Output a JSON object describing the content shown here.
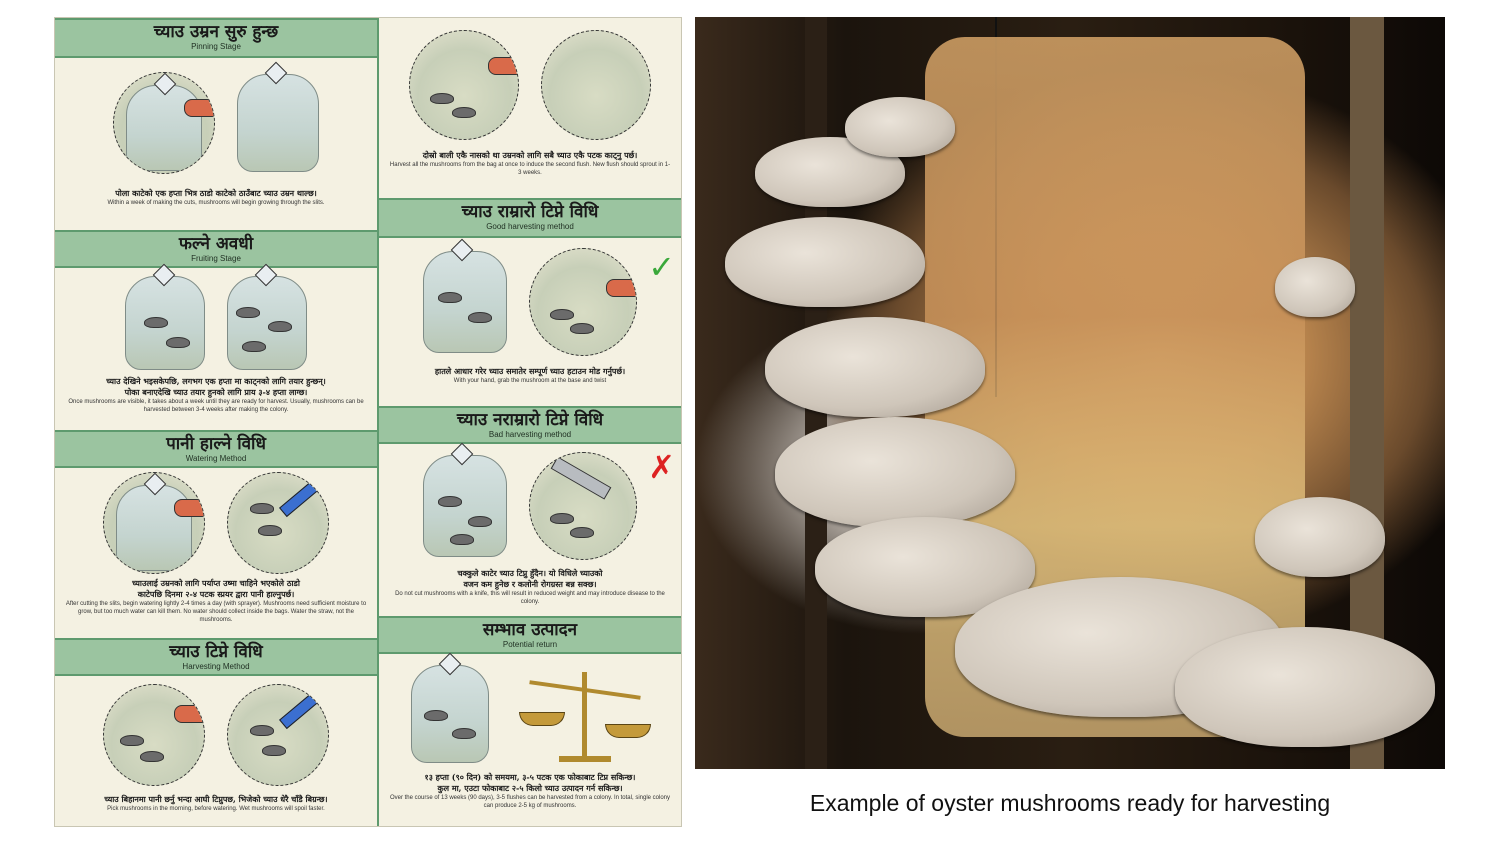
{
  "poster": {
    "left_column": [
      {
        "title_np": "च्याउ उम्रन सुरु हुन्छ",
        "title_en": "Pinning Stage",
        "caption_np": [
          "पोला काटेको एक हप्ता भित्र ठाडो काटेको ठाउँबाट च्याउ उम्रन थाल्छ।"
        ],
        "caption_en": "Within a week of making the cuts, mushrooms will begin growing through the slits."
      },
      {
        "title_np": "फल्ने अवधी",
        "title_en": "Fruiting Stage",
        "caption_np": [
          "च्याउ देखिने भइसकेपछि, लगभग एक हप्ता मा काट्नको लागि तयार हुन्छन्।",
          "पोका बनाएदेखि च्याउ तयार हुनको लागि प्राय ३-४ हप्ता लाग्छ।"
        ],
        "caption_en": "Once mushrooms are visible, it takes about a week until they are ready for harvest. Usually, mushrooms can be harvested between 3-4 weeks after making the colony."
      },
      {
        "title_np": "पानी हाल्ने विधि",
        "title_en": "Watering Method",
        "caption_np": [
          "च्याउलाई उम्रनको लागि पर्याप्त उष्मा चाहिने भएकोले ठाडो",
          "काटेपछि दिनमा २-४ पटक स्प्रयर द्वारा पानी हाल्नुपर्छ।"
        ],
        "caption_en": "After cutting the slits, begin watering lightly 2-4 times a day (with sprayer). Mushrooms need sufficient moisture to grow, but too much water can kill them. No water should collect inside the bags. Water the straw, not the mushrooms."
      },
      {
        "title_np": "च्याउ टिप्ने विधि",
        "title_en": "Harvesting Method",
        "caption_np": [
          "च्याउ बिहानमा पानी छर्नु भन्दा आघी टिप्नुपछ, भिजेको च्याउ धेरै चाँडै बिग्रन्छ।"
        ],
        "caption_en": "Pick mushrooms in the morning, before watering. Wet mushrooms will spoil faster."
      }
    ],
    "right_column": [
      {
        "title_np": "",
        "title_en": "",
        "caption_np": [
          "दोस्रो बाली एकै नासको था उम्रनको लागि सबै च्याउ एकै पटक काट्नु पर्छ।"
        ],
        "caption_en": "Harvest all the mushrooms from the bag at once to induce the second flush. New flush should sprout in 1-3 weeks."
      },
      {
        "title_np": "च्याउ राम्रारो टिप्ने विधि",
        "title_en": "Good harvesting method",
        "caption_np": [
          "हातले आधार गरेर च्याउ समातेर सम्पूर्ण च्याउ हटाउन मोड गर्नुपर्छ।"
        ],
        "caption_en": "With your hand, grab the mushroom at the base and twist"
      },
      {
        "title_np": "च्याउ नराम्रारो टिप्ने विधि",
        "title_en": "Bad harvesting method",
        "caption_np": [
          "चक्कुले काटेर च्याउ टिप्नु हुँदैन। यो विधिले च्याउको",
          "वजन कम हुनेछ र कलोनी रोगग्रस्त बन्न सक्छ।"
        ],
        "caption_en": "Do not cut mushrooms with a knife, this will result in reduced weight and may introduce disease to the colony."
      },
      {
        "title_np": "सम्भाव उत्पादन",
        "title_en": "Potential return",
        "caption_np": [
          "१३ हप्ता (९० दिन) को समयमा, ३-५ पटक एक फोकाबाट टिप्न सकिन्छ।",
          "कुल मा, एउटा फोकाबाट २-५ किलो च्याउ उत्पादन गर्न सकिन्छ।"
        ],
        "caption_en": "Over the course of 13 weeks (90 days), 3-5 flushes can be harvested from a colony. In total, single colony can produce 2-5 kg of mushrooms."
      }
    ],
    "good_mark": "✓",
    "bad_mark": "✗"
  },
  "photo": {
    "caption": "Example of oyster mushrooms ready for harvesting"
  }
}
